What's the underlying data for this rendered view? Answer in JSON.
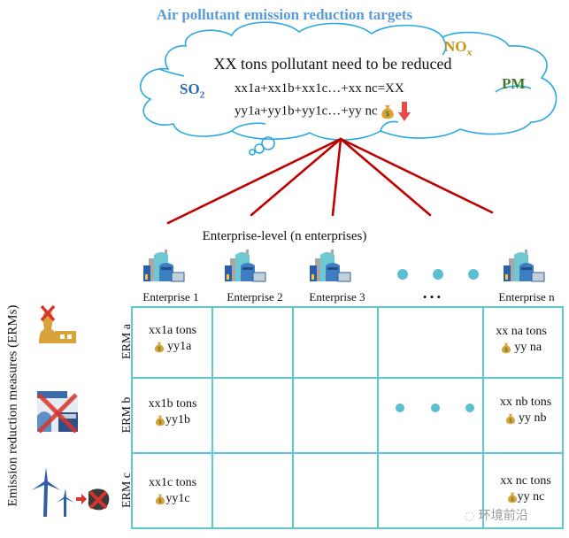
{
  "title": "Air pollutant emission reduction targets",
  "cloud": {
    "main_text": "XX tons pollutant need to be reduced",
    "equation_tons": "xx1a+xx1b+xx1c…+xx nc=XX",
    "equation_cost": "yy1a+yy1b+yy1c…+yy nc",
    "pollutants": {
      "so2": {
        "base": "SO",
        "sub": "2",
        "color": "#2e6db3"
      },
      "nox": {
        "base": "NO",
        "sub": "x",
        "color": "#c8941a"
      },
      "pm": {
        "base": "PM",
        "color": "#3e7a2a"
      }
    },
    "icons": [
      "money-bag-icon",
      "down-arrow-icon"
    ]
  },
  "enterprise_level_label": "Enterprise-level (n enterprises)",
  "enterprises": [
    {
      "label": "Enterprise 1",
      "icon": "factory-icon"
    },
    {
      "label": "Enterprise 2",
      "icon": "factory-icon"
    },
    {
      "label": "Enterprise 3",
      "icon": "factory-icon"
    },
    {
      "label": "• • •",
      "icon": "ellipsis-dots"
    },
    {
      "label": "Enterprise n",
      "icon": "factory-icon"
    }
  ],
  "erm_axis_label": "Emission reduction measures (ERMs)",
  "erms": [
    {
      "label": "ERM a",
      "icon": "crossed-out-power-plant-icon"
    },
    {
      "label": "ERM b",
      "icon": "crossed-out-factory-icon"
    },
    {
      "label": "ERM c",
      "icon": "wind-turbine-replace-coal-icon"
    }
  ],
  "cells": {
    "e1": [
      {
        "tons": "xx1a tons",
        "cost": "yy1a"
      },
      {
        "tons": "xx1b tons",
        "cost": "yy1b"
      },
      {
        "tons": "xx1c tons",
        "cost": "yy1c"
      }
    ],
    "en": [
      {
        "tons": "xx na tons",
        "cost": "yy na"
      },
      {
        "tons": "xx nb tons",
        "cost": "yy nb"
      },
      {
        "tons": "xx nc tons",
        "cost": "yy nc"
      }
    ]
  },
  "colors": {
    "title": "#5a9bd8",
    "cloud_stroke": "#29a9e1",
    "red_lines": "#c00000",
    "grid": "#6cc3d0",
    "dots": "#5bbfcf"
  },
  "watermark": "环境前沿"
}
